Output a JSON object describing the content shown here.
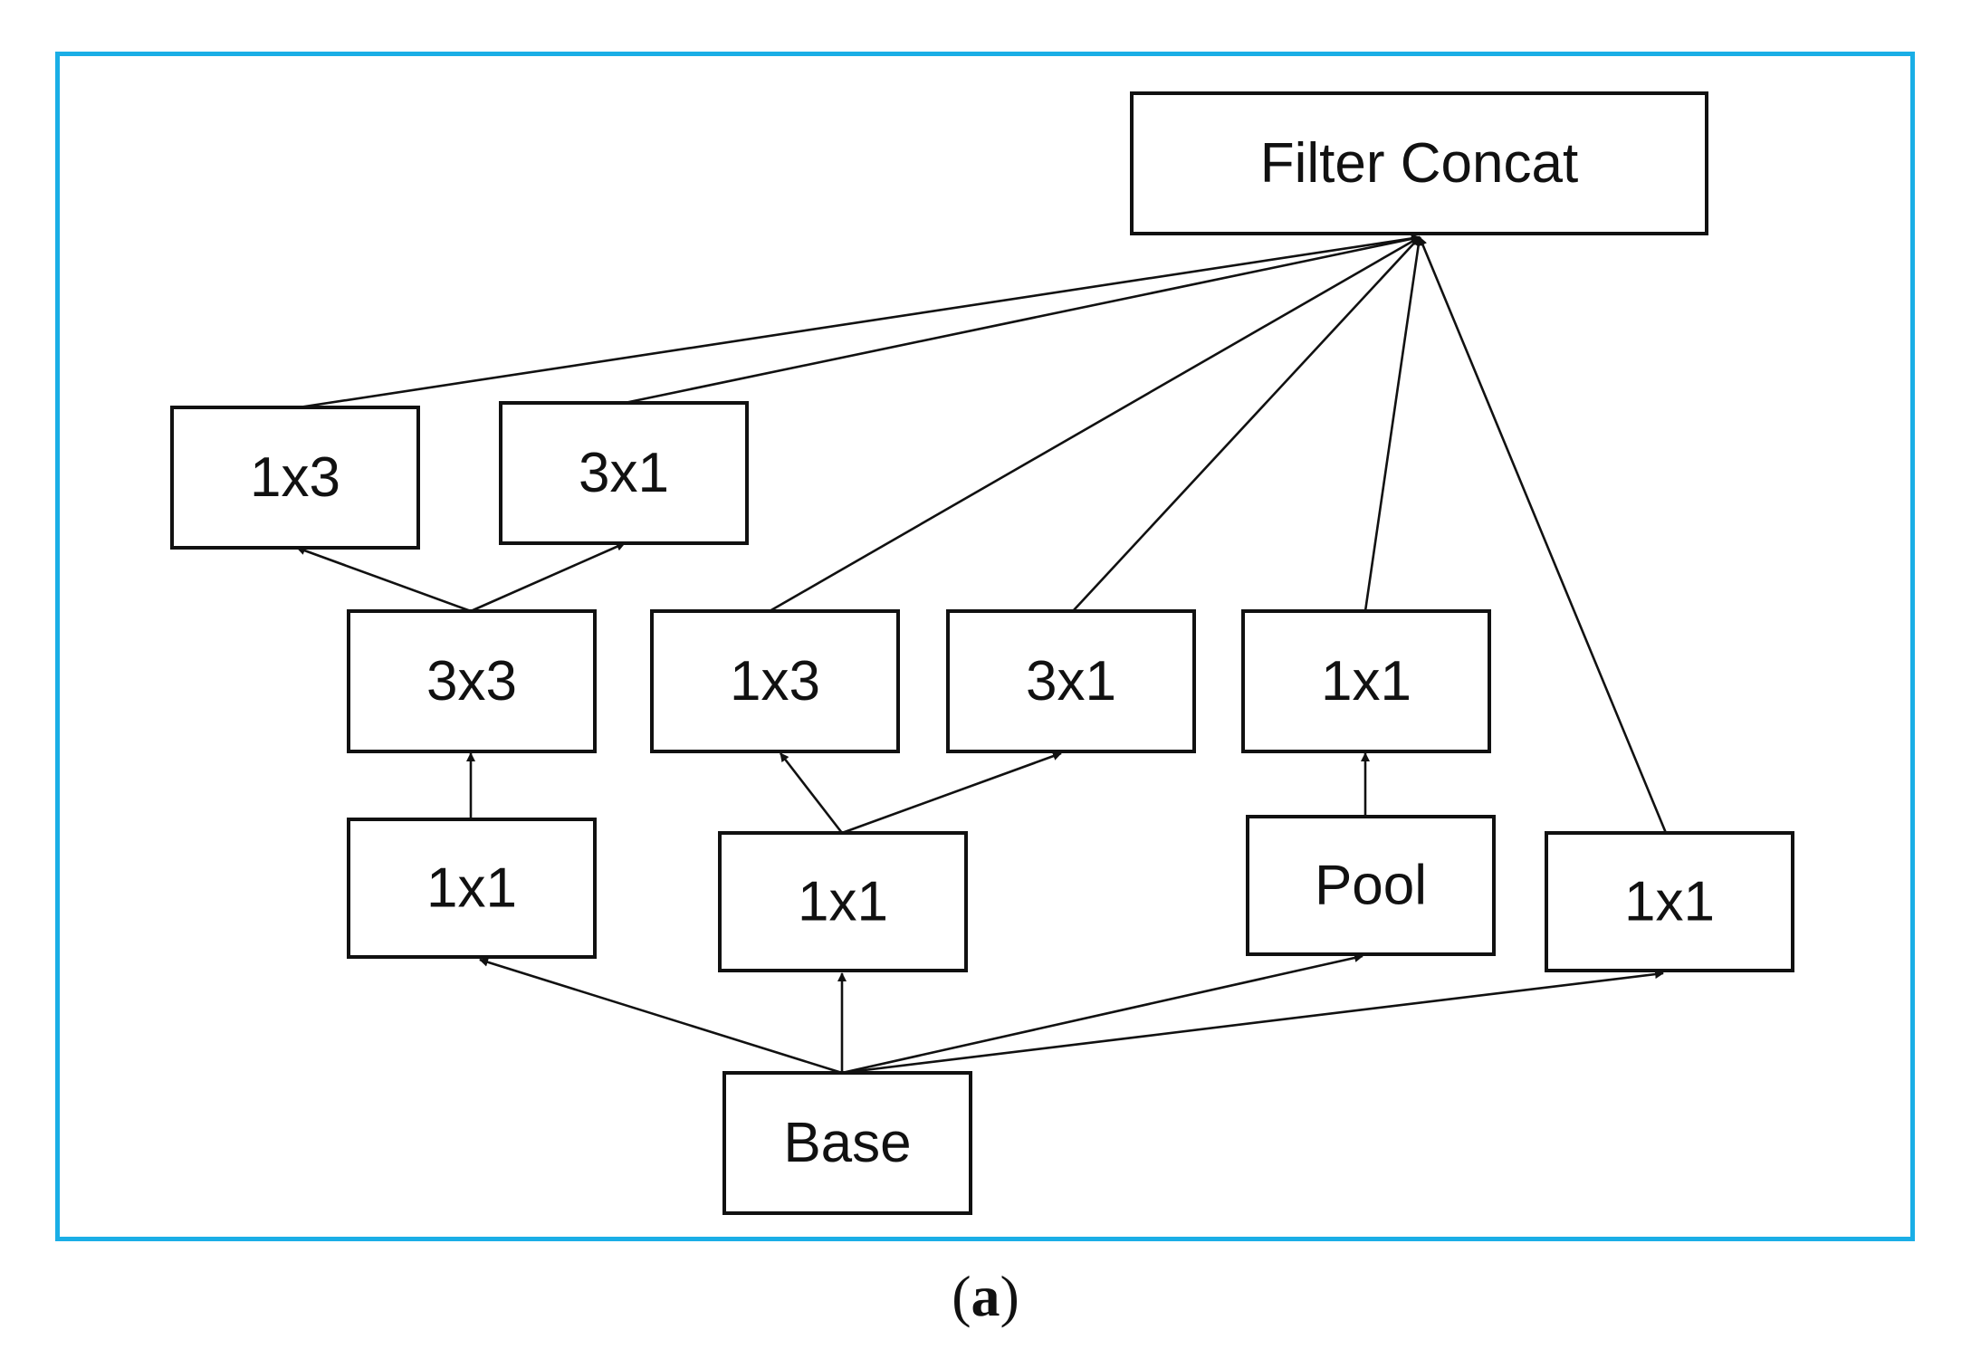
{
  "diagram": {
    "frame_color": "#1aaee6",
    "nodes": [
      {
        "id": "concat",
        "label": "Filter Concat"
      },
      {
        "id": "top_1x3",
        "label": "1x3"
      },
      {
        "id": "top_3x1",
        "label": "3x1"
      },
      {
        "id": "mid_3x3",
        "label": "3x3"
      },
      {
        "id": "mid_1x3",
        "label": "1x3"
      },
      {
        "id": "mid_3x1",
        "label": "3x1"
      },
      {
        "id": "mid_1x1",
        "label": "1x1"
      },
      {
        "id": "low_1x1_a",
        "label": "1x1"
      },
      {
        "id": "low_1x1_b",
        "label": "1x1"
      },
      {
        "id": "pool",
        "label": "Pool"
      },
      {
        "id": "low_1x1_c",
        "label": "1x1"
      },
      {
        "id": "base",
        "label": "Base"
      }
    ],
    "edges": [
      {
        "from": "base",
        "to": "low_1x1_a"
      },
      {
        "from": "base",
        "to": "low_1x1_b"
      },
      {
        "from": "base",
        "to": "pool"
      },
      {
        "from": "base",
        "to": "low_1x1_c"
      },
      {
        "from": "low_1x1_a",
        "to": "mid_3x3"
      },
      {
        "from": "low_1x1_b",
        "to": "mid_1x3"
      },
      {
        "from": "low_1x1_b",
        "to": "mid_3x1"
      },
      {
        "from": "pool",
        "to": "mid_1x1"
      },
      {
        "from": "mid_3x3",
        "to": "top_1x3"
      },
      {
        "from": "mid_3x3",
        "to": "top_3x1"
      },
      {
        "from": "top_1x3",
        "to": "concat"
      },
      {
        "from": "top_3x1",
        "to": "concat"
      },
      {
        "from": "mid_1x3",
        "to": "concat"
      },
      {
        "from": "mid_3x1",
        "to": "concat"
      },
      {
        "from": "mid_1x1",
        "to": "concat"
      },
      {
        "from": "low_1x1_c",
        "to": "concat"
      }
    ]
  },
  "caption": {
    "open": "(",
    "letter": "a",
    "close": ")"
  }
}
